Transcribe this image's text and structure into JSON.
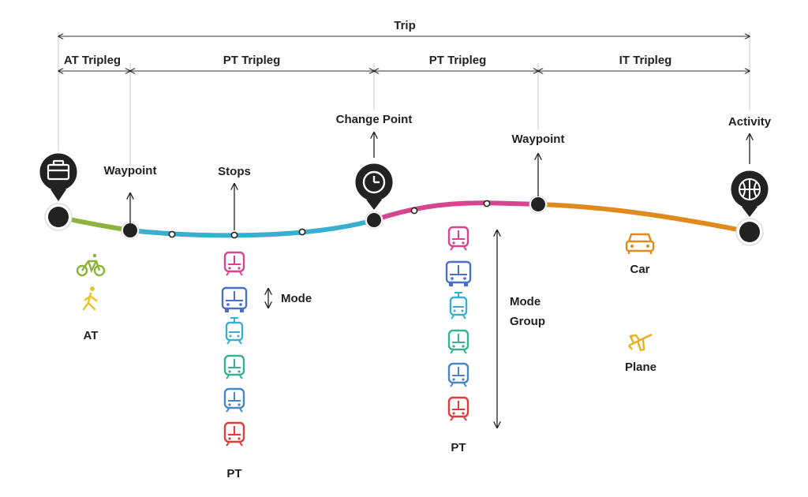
{
  "diagram": {
    "trip": "Trip",
    "triplegs": [
      "AT Tripleg",
      "PT Tripleg",
      "PT Tripleg",
      "IT Tripleg"
    ],
    "points": {
      "waypoint_1": "Waypoint",
      "stops": "Stops",
      "change_point": "Change Point",
      "waypoint_2": "Waypoint",
      "activity": "Activity"
    },
    "mode_label": "Mode",
    "mode_group_label": "Mode Group",
    "groups": {
      "at": "AT",
      "pt_1": "PT",
      "pt_2": "PT",
      "car": "Car",
      "plane": "Plane"
    },
    "icons": {
      "start": "briefcase-icon",
      "change_point": "clock-icon",
      "activity": "basketball-icon",
      "at_modes": [
        "bicycle-icon",
        "walking-person-icon"
      ],
      "pt_modes": [
        "tram-icon",
        "bus-icon",
        "light-rail-icon",
        "train-icon",
        "metro-icon",
        "regional-train-icon"
      ]
    },
    "colors": {
      "at_segment": "#8bb43a",
      "pt_segment_1": "#3aaecf",
      "pt_segment_2": "#d6458f",
      "it_segment": "#e08a1e",
      "node": "#222222",
      "bicycle": "#8bb43a",
      "walk": "#e6c82a",
      "tram": "#d6458f",
      "bus": "#4b6fc4",
      "light_rail": "#3aaecf",
      "train": "#35b296",
      "metro": "#4a86c4",
      "regional_train": "#dc3d3d",
      "car": "#e08a1e",
      "plane": "#e6b020"
    }
  }
}
